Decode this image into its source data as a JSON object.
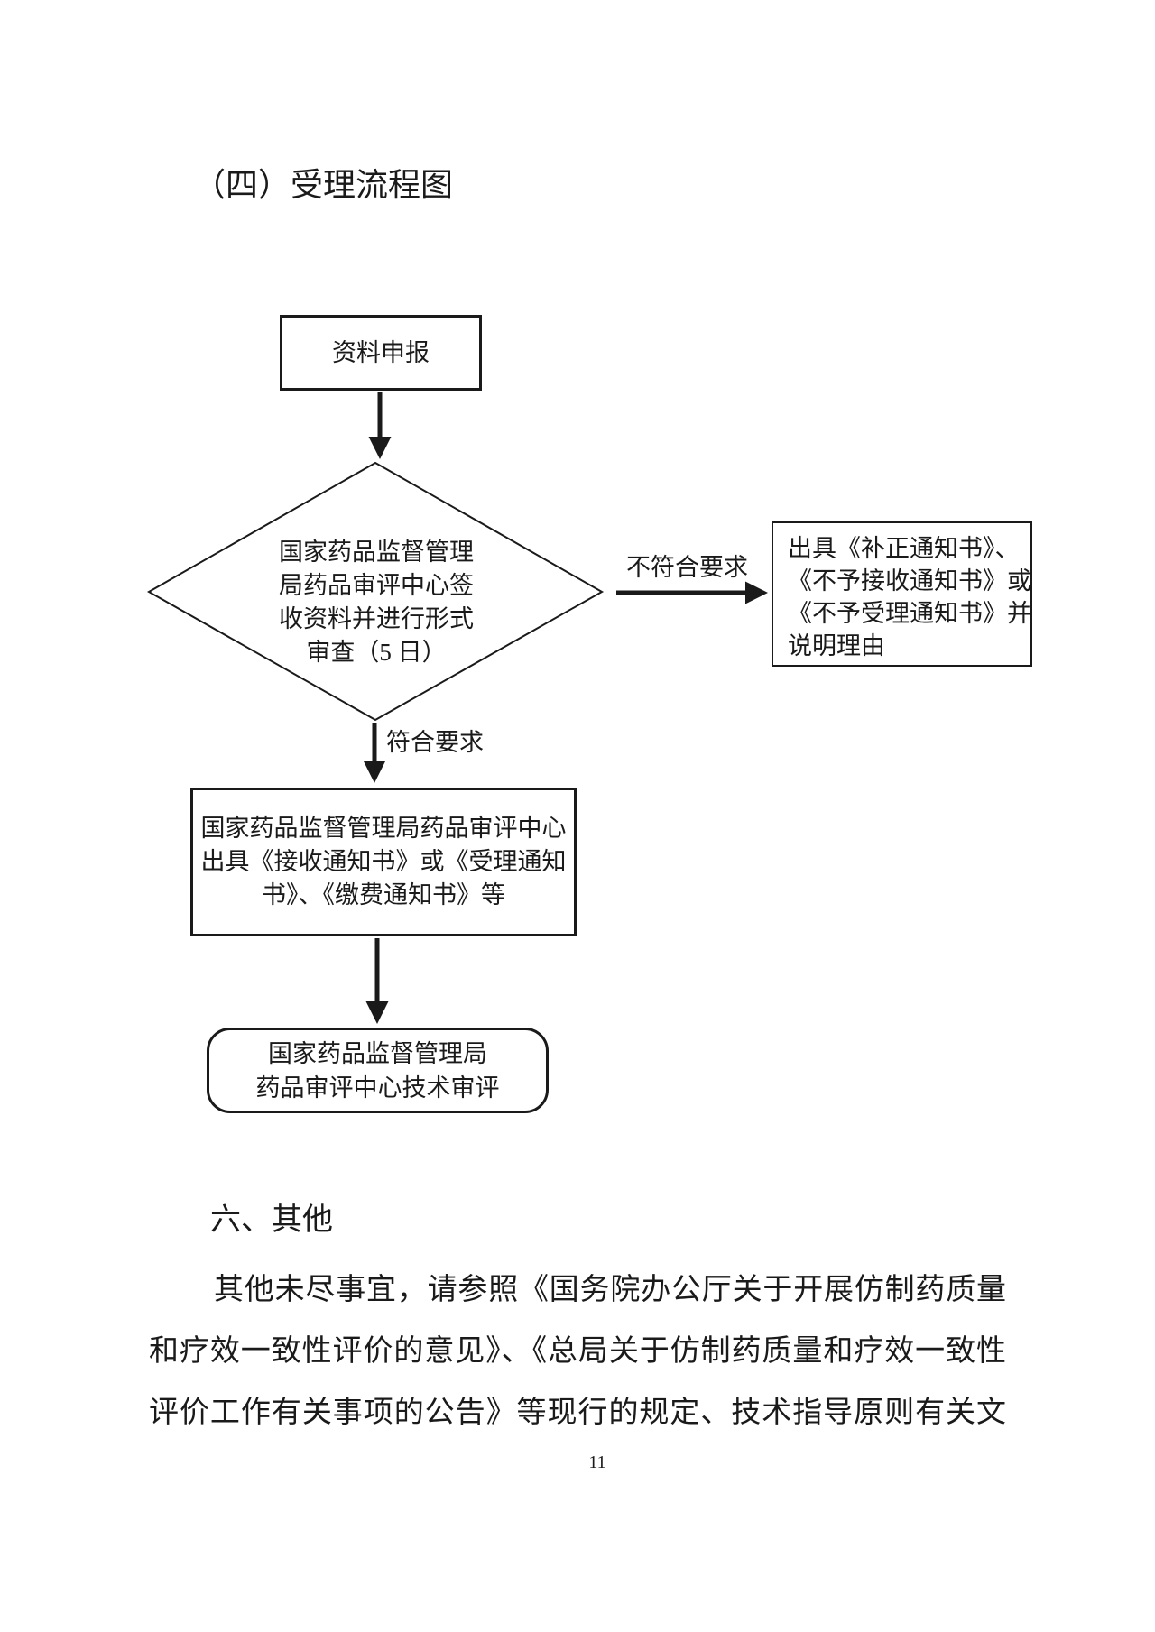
{
  "page": {
    "title": "（四）受理流程图",
    "page_number": "11",
    "background": "#ffffff",
    "ink": "#1a1a1a"
  },
  "flowchart": {
    "start_box": {
      "label": "资料申报"
    },
    "decision": {
      "lines": [
        "国家药品监督管理",
        "局药品审评中心签",
        "收资料并进行形式",
        "审查（5 日）"
      ]
    },
    "branch_labels": {
      "no": "不符合要求",
      "yes": "符合要求"
    },
    "reject_box": {
      "lines": [
        "出具《补正通知书》、",
        "《不予接收通知书》或",
        "《不予受理通知书》并",
        "说明理由"
      ]
    },
    "accept_box": {
      "lines": [
        "国家药品监督管理局药品审评中心",
        "出具《接收通知书》或《受理通知",
        "书》、《缴费通知书》等"
      ]
    },
    "final_box": {
      "lines": [
        "国家药品监督管理局",
        "药品审评中心技术审评"
      ]
    }
  },
  "section": {
    "heading": "六、其他",
    "paragraph_lines": [
      "其他未尽事宜，请参照《国务院办公厅关于开展仿制药质量",
      "和疗效一致性评价的意见》、《总局关于仿制药质量和疗效一致性",
      "评价工作有关事项的公告》等现行的规定、技术指导原则有关文"
    ]
  }
}
